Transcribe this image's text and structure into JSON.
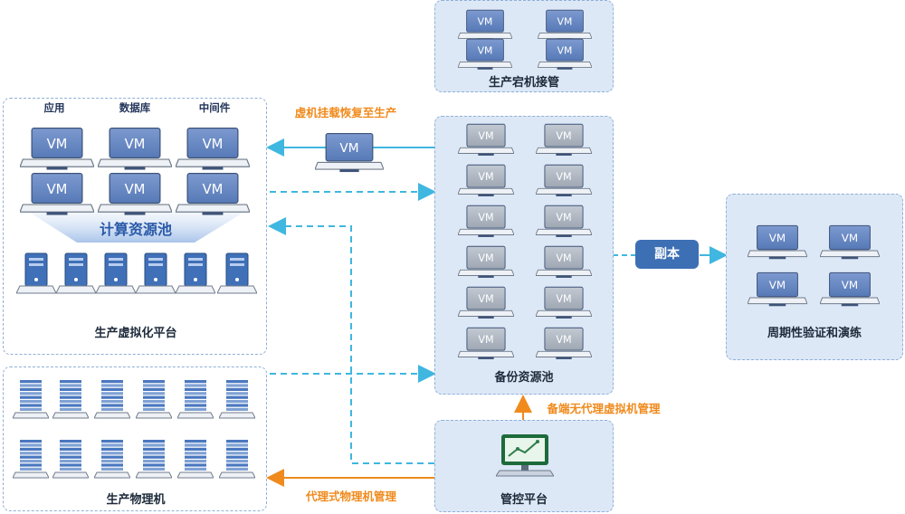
{
  "icon_text": "VM",
  "colors": {
    "panel_border": "#8fb0d6",
    "panel_fill": "#dde8f7",
    "arrow_blue": "#3fb7e0",
    "arrow_orange": "#f08a1c",
    "badge": "#3d6fb5"
  },
  "production_virtual": {
    "title": "生产虚拟化平台",
    "pool_label": "计算资源池",
    "column_labels": [
      "应用",
      "数据库",
      "中间件"
    ]
  },
  "production_physical": {
    "title": "生产物理机"
  },
  "takeover": {
    "title": "生产宕机接管"
  },
  "backup_pool": {
    "title": "备份资源池"
  },
  "copy_badge": {
    "label": "副本"
  },
  "verification": {
    "title": "周期性验证和演练"
  },
  "console": {
    "title": "管控平台"
  },
  "arrow_labels": {
    "mount_restore": "虚机挂载恢复至生产",
    "agentless": "备端无代理虚拟机管理",
    "agent_physical": "代理式物理机管理"
  }
}
